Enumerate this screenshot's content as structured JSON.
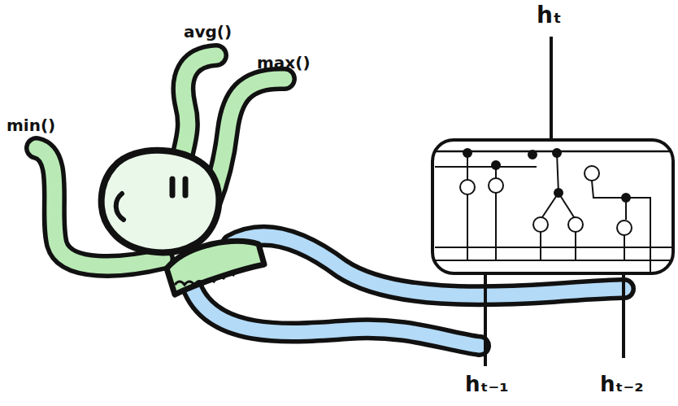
{
  "diagram": {
    "labels": [
      "avg()",
      "max()",
      "min()",
      "hₜ",
      "hₜ₋₁",
      "hₜ₋₂"
    ]
  }
}
